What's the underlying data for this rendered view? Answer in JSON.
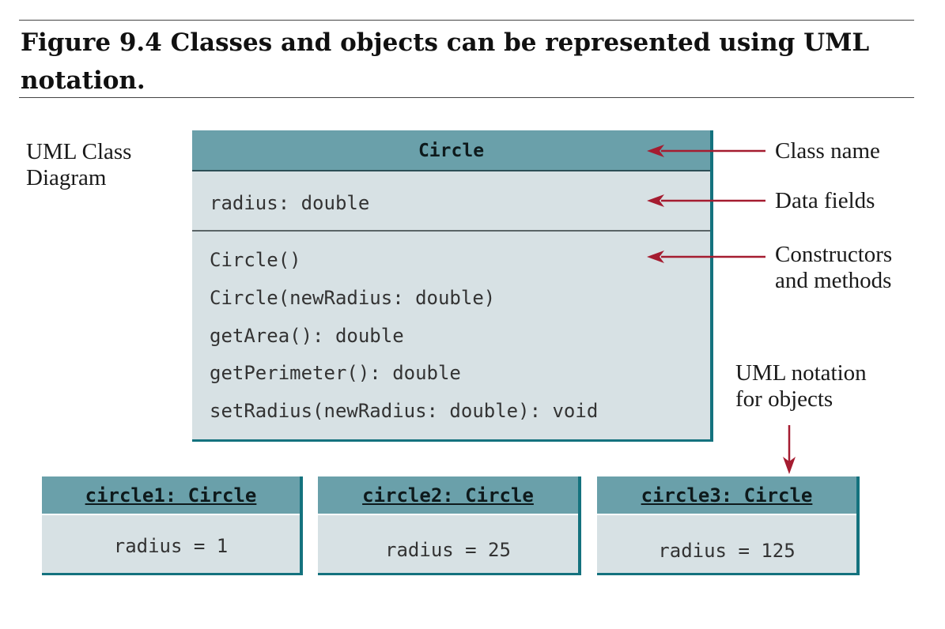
{
  "figure": {
    "title": "Figure 9.4 Classes and objects can be represented using UML notation."
  },
  "labels": {
    "uml_class_diagram": [
      "UML Class",
      "Diagram"
    ],
    "class_name": "Class name",
    "data_fields": "Data fields",
    "constructors_methods": [
      "Constructors",
      "and methods"
    ],
    "uml_notation_objects": [
      "UML notation",
      "for objects"
    ]
  },
  "class": {
    "name": "Circle",
    "fields": [
      "radius: double"
    ],
    "methods": [
      "Circle()",
      "Circle(newRadius: double)",
      "getArea(): double",
      "getPerimeter(): double",
      "setRadius(newRadius: double): void"
    ]
  },
  "objects": [
    {
      "name": "circle1: Circle",
      "value": "radius = 1"
    },
    {
      "name": "circle2: Circle",
      "value": "radius = 25"
    },
    {
      "name": "circle3: Circle",
      "value": "radius = 125"
    }
  ],
  "colors": {
    "header_fill": "#6aa0aa",
    "box_fill": "#d7e1e4",
    "box_shadow": "#14727e",
    "arrow": "#a51c30"
  }
}
